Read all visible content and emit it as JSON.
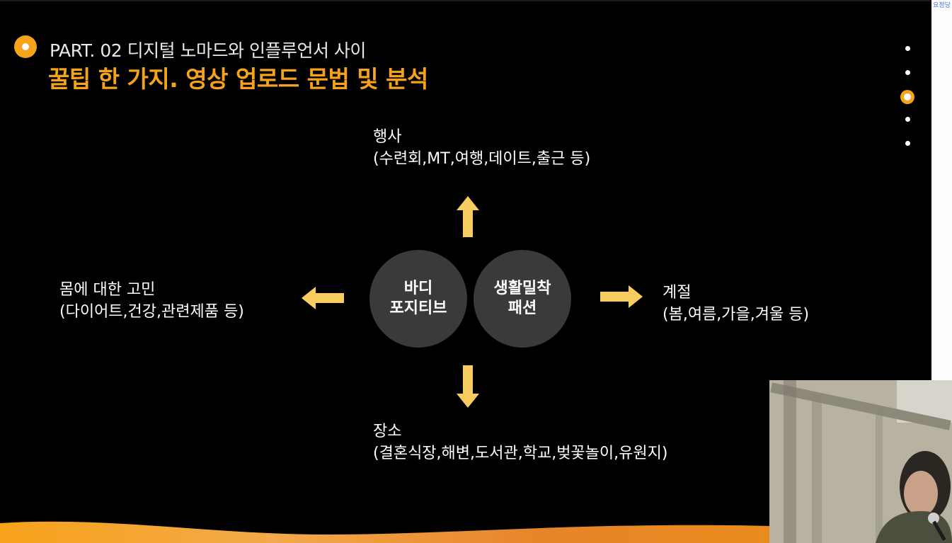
{
  "header": {
    "part_label": "PART. 02 디지털 노마드와 인플루언서 사이",
    "title": "꿀팁 한 가지. 영상 업로드 문법 및 분석"
  },
  "center": {
    "left_circle": "바디\n포지티브",
    "right_circle": "생활밀착\n패션"
  },
  "branches": {
    "top": {
      "title": "행사",
      "detail": "(수련회,MT,여행,데이트,출근 등)"
    },
    "left": {
      "title": "몸에 대한 고민",
      "detail": "(다이어트,건강,관련제품 등)"
    },
    "right": {
      "title": "계절",
      "detail": "(봄,여름,가을,겨울 등)"
    },
    "bottom": {
      "title": "장소",
      "detail": "(결혼식장,해변,도서관,학교,벚꽃놀이,유원지)"
    }
  },
  "navigation": {
    "dot_count": 5,
    "active_index": 3
  },
  "corner_mark": "요정당",
  "colors": {
    "accent": "#f6a21a",
    "arrow": "#f7cd5f",
    "circle": "#3a3a3a",
    "background": "#000000"
  }
}
